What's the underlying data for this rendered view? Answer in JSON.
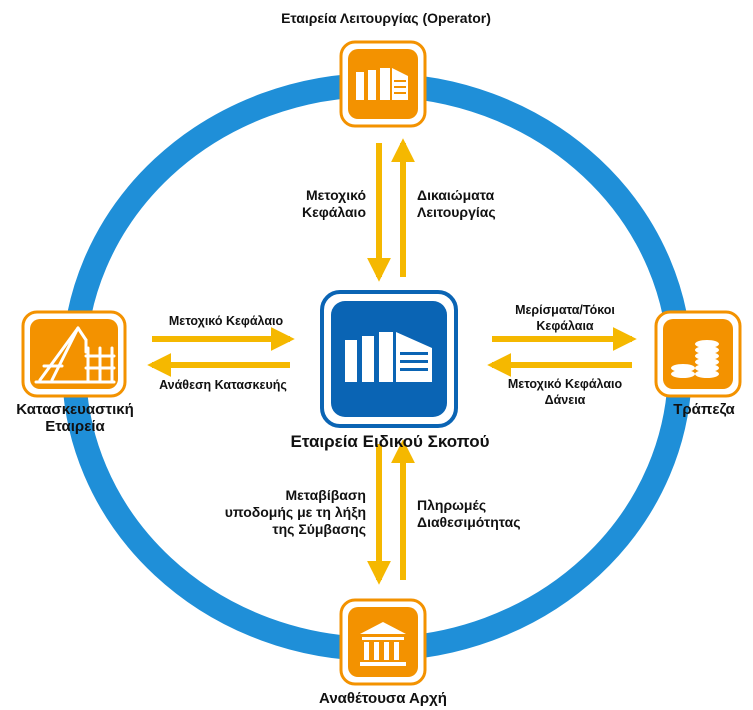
{
  "colors": {
    "ring": "#1f8fd8",
    "orange": "#f39200",
    "orange_dark": "#d97a00",
    "arrow": "#f5b800",
    "blue": "#0a64b4",
    "blue_dark": "#074f8f"
  },
  "nodes": {
    "operator": {
      "label": "Εταιρεία Λειτουργίας (Operator)",
      "icon": "building-icon"
    },
    "spv": {
      "label": "Εταιρεία Ειδικού Σκοπού",
      "icon": "building-icon"
    },
    "construction": {
      "label_line1": "Κατασκευαστική",
      "label_line2": "Εταιρεία",
      "icon": "crane-icon"
    },
    "bank": {
      "label": "Τράπεζα",
      "icon": "coins-icon"
    },
    "authority": {
      "label": "Αναθέτουσα Αρχή",
      "icon": "government-building-icon"
    }
  },
  "flows": {
    "top_left_l1": "Μετοχικό",
    "top_left_l2": "Κεφάλαιο",
    "top_right_l1": "Δικαιώματα",
    "top_right_l2": "Λειτουργίας",
    "left_top": "Μετοχικό Κεφάλαιο",
    "left_bottom": "Ανάθεση Κατασκευής",
    "right_top_l1": "Μερίσματα/Τόκοι",
    "right_top_l2": "Κεφάλαια",
    "right_bottom_l1": "Μετοχικό Κεφάλαιο",
    "right_bottom_l2": "Δάνεια",
    "bottom_left_l1": "Μεταβίβαση",
    "bottom_left_l2": "υποδομής με τη λήξη",
    "bottom_left_l3": "της Σύμβασης",
    "bottom_right_l1": "Πληρωμές",
    "bottom_right_l2": "Διαθεσιμότητας"
  }
}
